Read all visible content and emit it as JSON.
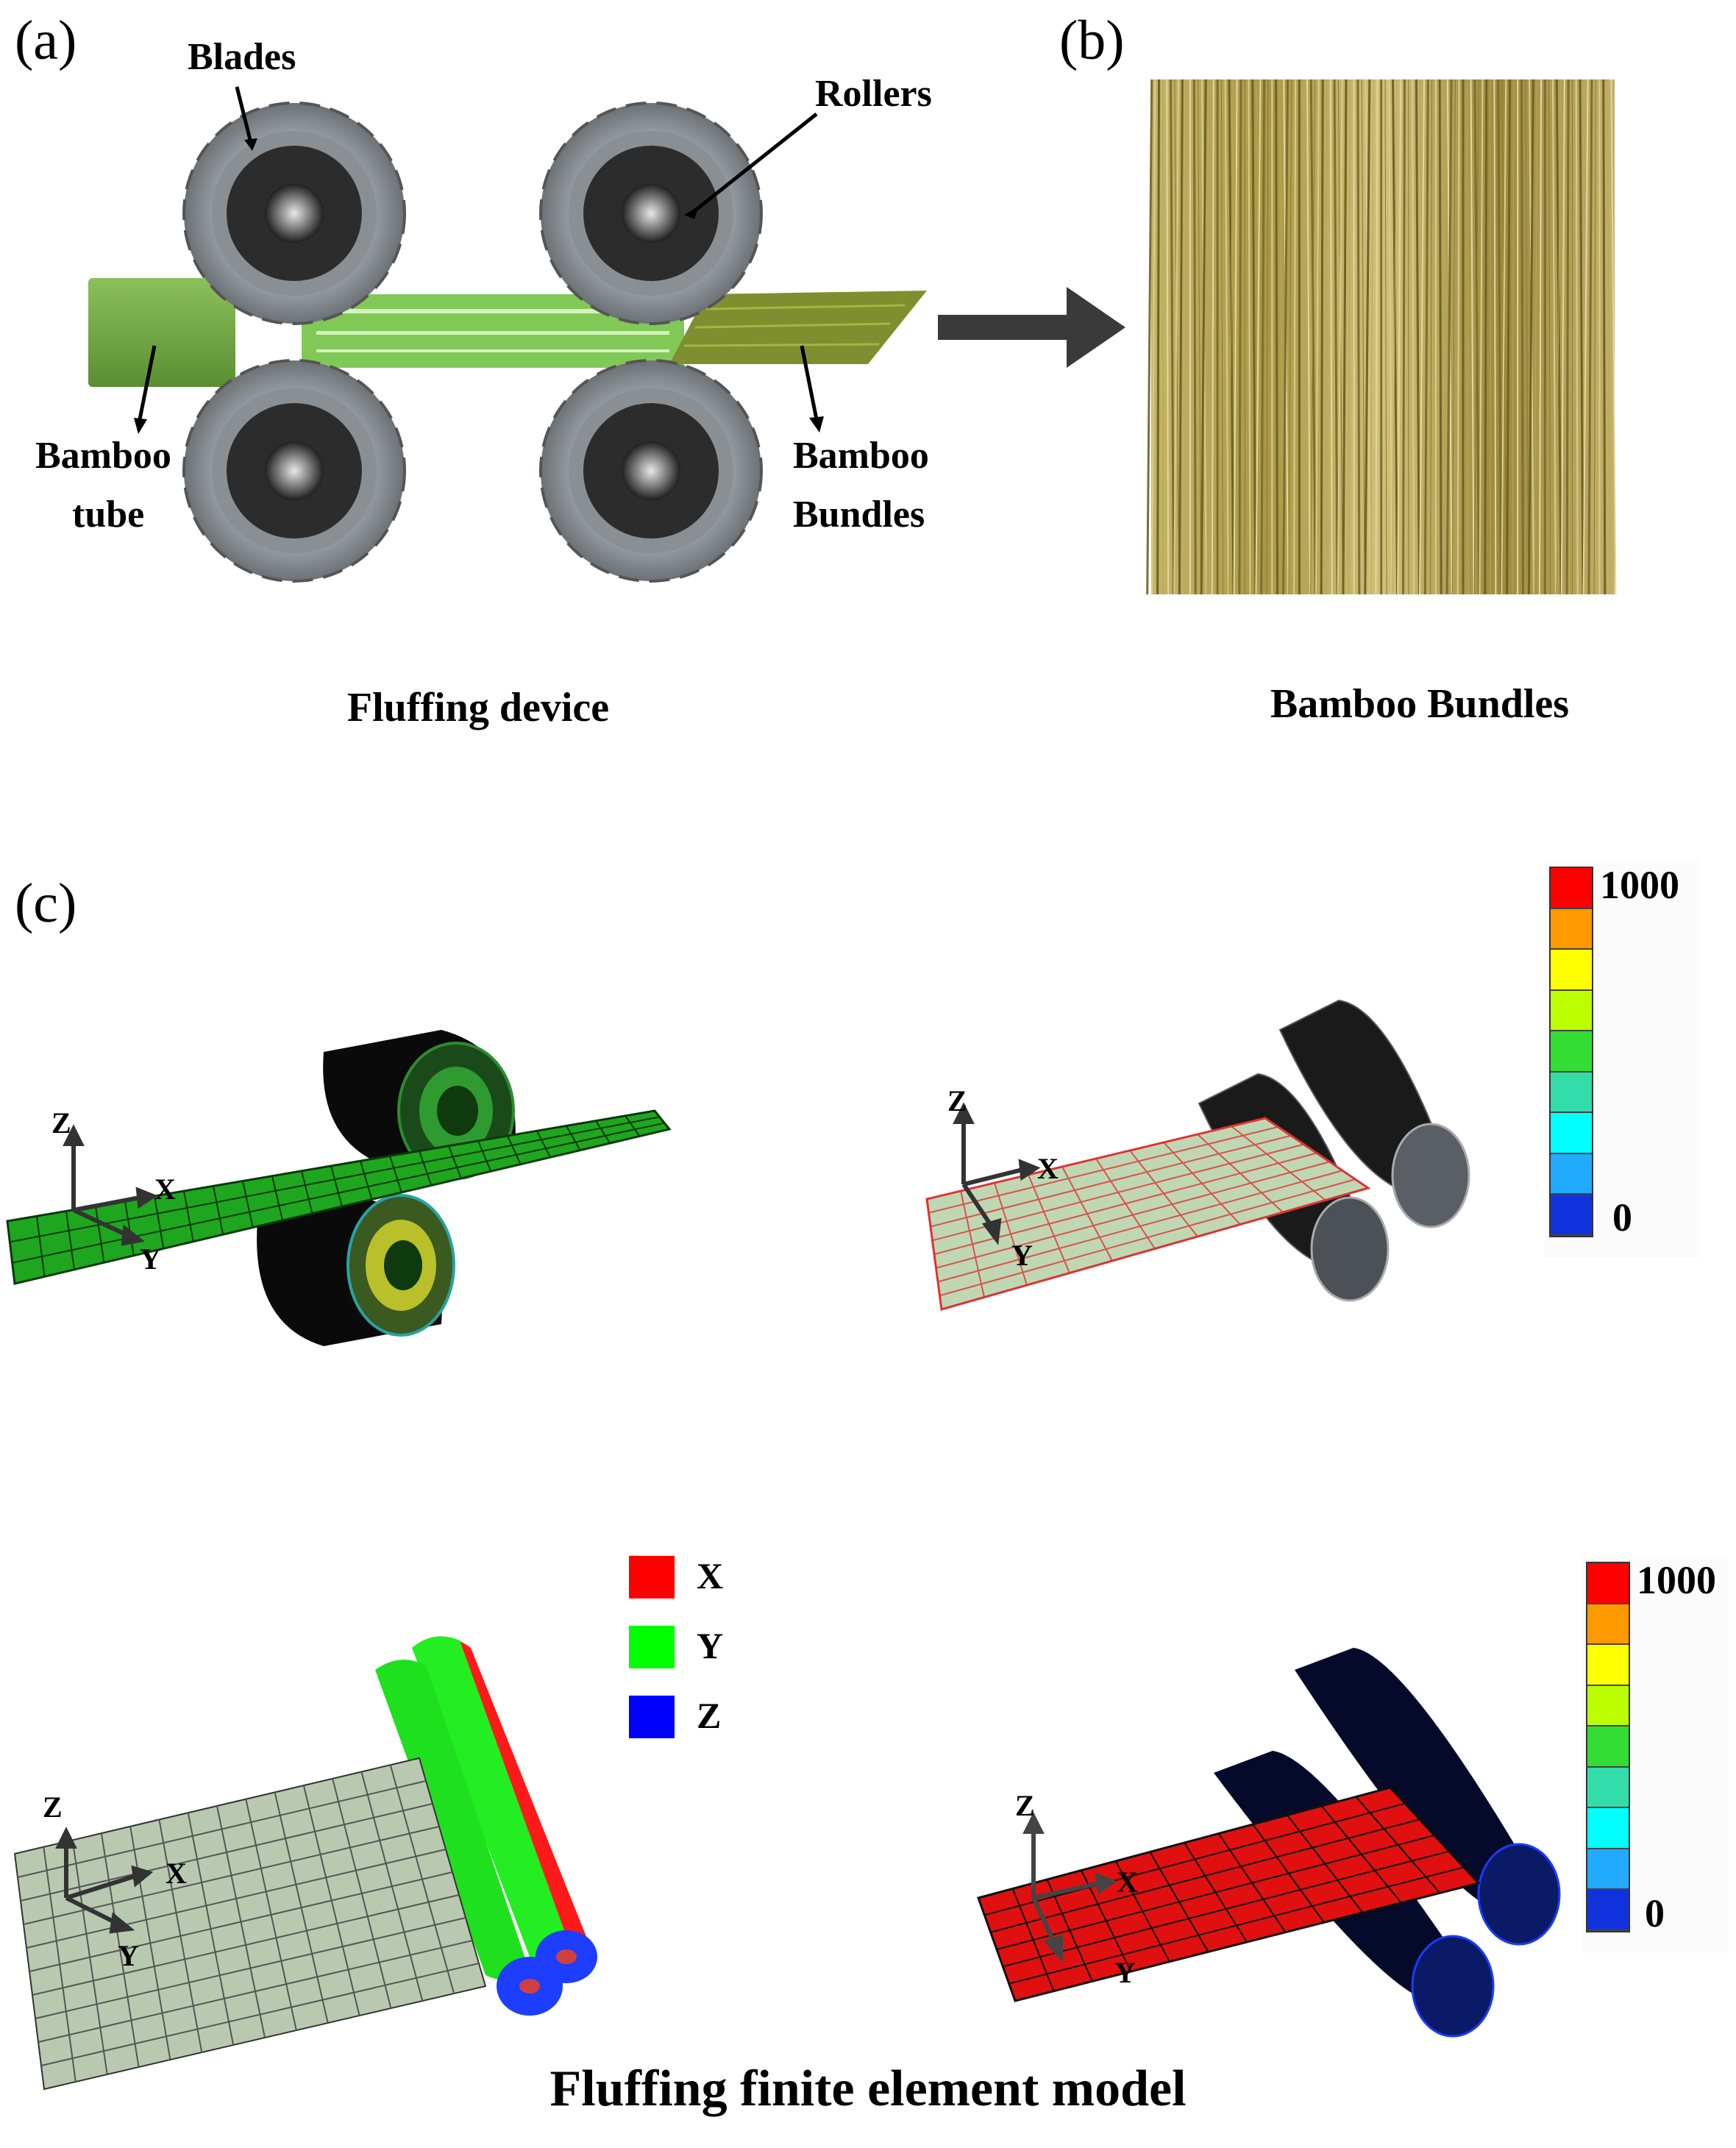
{
  "panels": {
    "a": {
      "label": "(a)",
      "caption": "Fluffing device",
      "annotations": {
        "blades": "Blades",
        "rollers": "Rollers",
        "bamboo_tube_1": "Bamboo",
        "bamboo_tube_2": "tube",
        "bamboo_bundles_1": "Bamboo",
        "bamboo_bundles_2": "Bundles"
      }
    },
    "b": {
      "label": "(b)",
      "caption": "Bamboo Bundles"
    },
    "c": {
      "label": "(c)",
      "caption": "Fluffing finite element model",
      "axes": {
        "x": "X",
        "y": "Y",
        "z": "Z"
      },
      "scale_top": {
        "max": "1000",
        "min": "0"
      },
      "scale_bottom": {
        "max": "1000",
        "min": "0"
      },
      "legend": [
        {
          "label": "X",
          "color": "#ff0000"
        },
        {
          "label": "Y",
          "color": "#00ff00"
        },
        {
          "label": "Z",
          "color": "#0000ff"
        }
      ],
      "colorscale": [
        "#ff0000",
        "#ff9900",
        "#ffff00",
        "#bbff00",
        "#33dd33",
        "#33ddaa",
        "#00ffff",
        "#22aaff",
        "#1133dd"
      ]
    }
  }
}
